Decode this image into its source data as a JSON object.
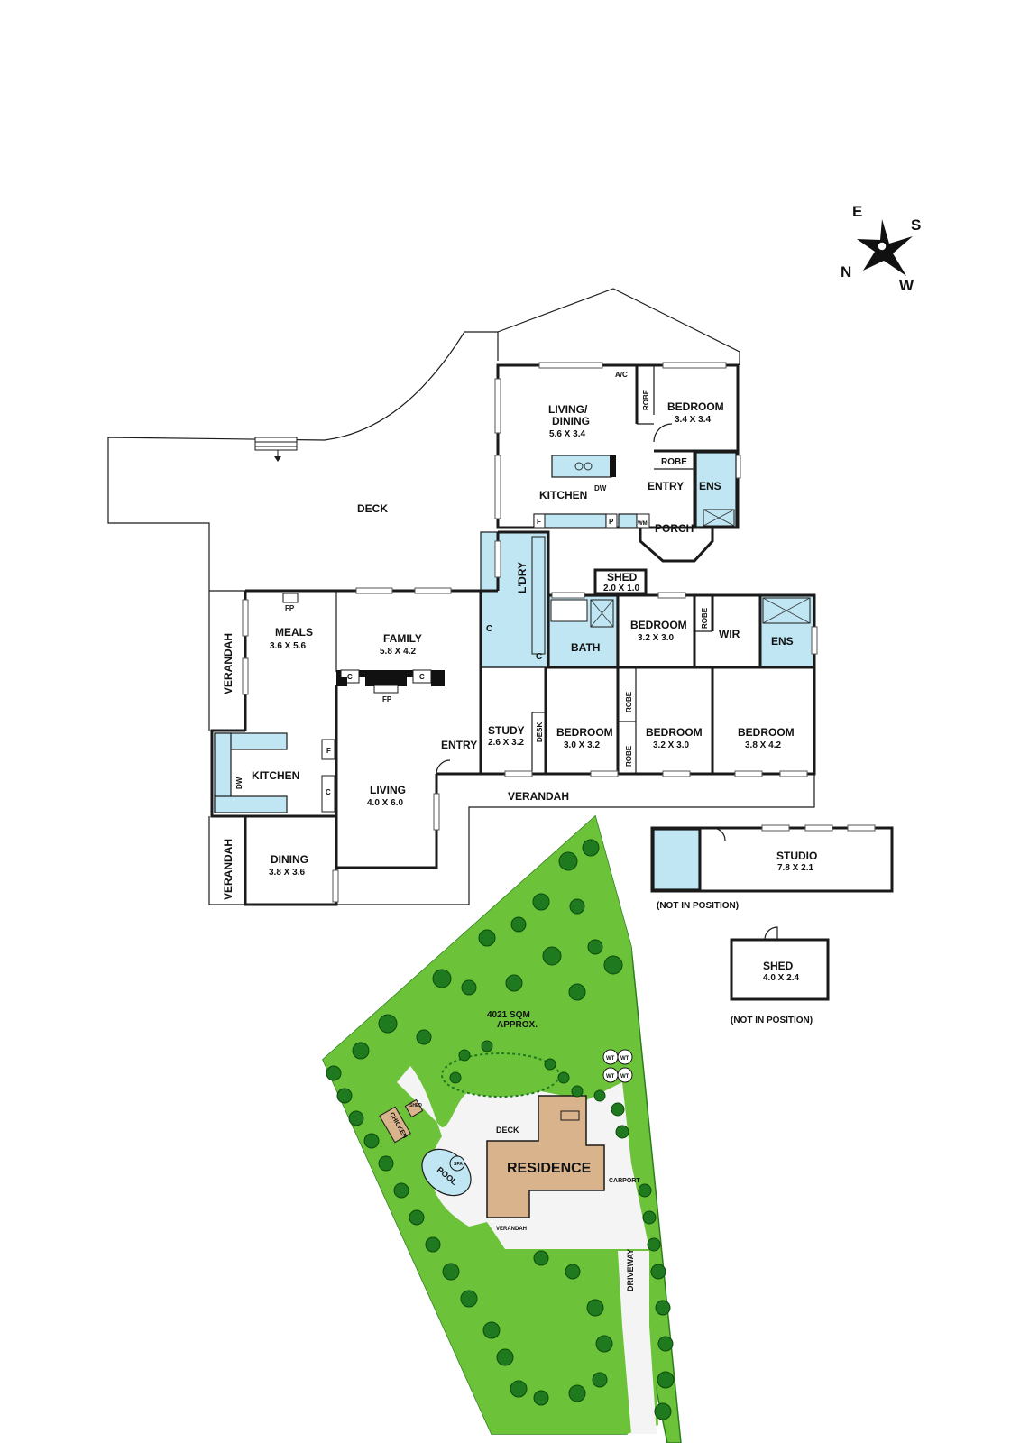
{
  "compass": {
    "e": "E",
    "s": "S",
    "n": "N",
    "w": "W"
  },
  "rooms": {
    "deck": "DECK",
    "living_dining": {
      "name1": "LIVING/",
      "name2": "DINING",
      "dims": "5.6 X 3.4"
    },
    "bedroom_a": {
      "name": "BEDROOM",
      "dims": "3.4 X 3.4"
    },
    "robe_a": "ROBE",
    "robe_b": "ROBE",
    "ac": "A/C",
    "kitchen_upper": "KITCHEN",
    "dw_upper": "DW",
    "entry_upper": "ENTRY",
    "ens_upper": "ENS",
    "porch": "PORCH",
    "f_upper": "F",
    "p_upper": "P",
    "wm": "WM",
    "shed_small": {
      "name": "SHED",
      "dims": "2.0 X 1.0"
    },
    "ldry": "L'DRY",
    "c_ldry": "C",
    "c_bath": "C",
    "bath": "BATH",
    "bedroom_b": {
      "name": "BEDROOM",
      "dims": "3.2 X 3.0"
    },
    "robe_c": "ROBE",
    "wir": "WIR",
    "ens_lower": "ENS",
    "fp_meals": "FP",
    "meals": {
      "name": "MEALS",
      "dims": "3.6 X 5.6"
    },
    "family": {
      "name": "FAMILY",
      "dims": "5.8 X 4.2"
    },
    "verandah_left": "VERANDAH",
    "c_fire_left": "C",
    "c_fire_right": "C",
    "fp_living": "FP",
    "study": {
      "name": "STUDY",
      "dims": "2.6 X 3.2"
    },
    "desk": "DESK",
    "bedroom_c": {
      "name": "BEDROOM",
      "dims": "3.0 X 3.2"
    },
    "robe_d": "ROBE",
    "robe_e": "ROBE",
    "bedroom_d": {
      "name": "BEDROOM",
      "dims": "3.2 X 3.0"
    },
    "bedroom_e": {
      "name": "BEDROOM",
      "dims": "3.8 X 4.2"
    },
    "kitchen_lower": "KITCHEN",
    "dw_lower": "DW",
    "f_lower": "F",
    "c_kitchen": "C",
    "entry_lower": "ENTRY",
    "living": {
      "name": "LIVING",
      "dims": "4.0 X 6.0"
    },
    "verandah_bottom": "VERANDAH",
    "verandah_left_lower": "VERANDAH",
    "dining": {
      "name": "DINING",
      "dims": "3.8 X 3.6"
    }
  },
  "outbuildings": {
    "studio": {
      "name": "STUDIO",
      "dims": "7.8 X 2.1",
      "note": "(NOT IN POSITION)"
    },
    "shed": {
      "name": "SHED",
      "dims": "4.0 X 2.4",
      "note": "(NOT IN POSITION)"
    }
  },
  "site": {
    "area1": "4021 SQM",
    "area2": "APPROX.",
    "residence": "RESIDENCE",
    "deck": "DECK",
    "carport": "CARPORT",
    "verandah": "VERANDAH",
    "driveway": "DRIVEWAY",
    "pool": "POOL",
    "spa": "SPA",
    "chicken": "CHICKEN",
    "shed": "SHED",
    "wt": [
      "WT",
      "WT",
      "WT",
      "WT"
    ]
  },
  "colors": {
    "wet": "#bfe6f2",
    "lawn": "#6cc33a",
    "tree": "#1f7a1f",
    "building": "#d9b38c"
  }
}
